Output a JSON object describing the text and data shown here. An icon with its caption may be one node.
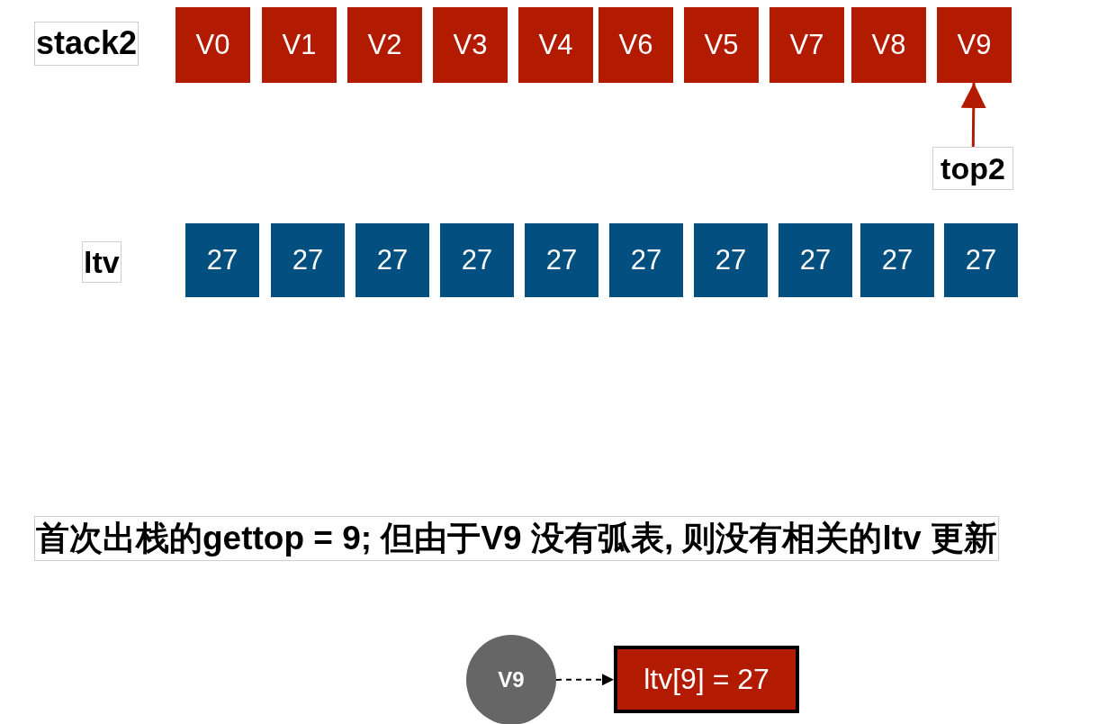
{
  "diagram": {
    "nodes": [
      {
        "text": [
          "V0"
        ]
      },
      {
        "text": [
          "V1"
        ]
      },
      {
        "text": [
          "V2"
        ]
      },
      {
        "text": [
          "V3"
        ]
      },
      {
        "text": [
          "V4"
        ]
      },
      {
        "text": [
          "V6"
        ]
      },
      {
        "text": [
          "V5"
        ]
      },
      {
        "text": [
          "V7"
        ]
      },
      {
        "text": [
          "V8"
        ]
      },
      {
        "text": [
          "V9"
        ]
      },
      {
        "text": [
          "top2"
        ]
      },
      {
        "text": [
          "27"
        ]
      },
      {
        "text": [
          "27"
        ]
      },
      {
        "text": [
          "27"
        ]
      },
      {
        "text": [
          "27"
        ]
      },
      {
        "text": [
          "27"
        ]
      },
      {
        "text": [
          "27"
        ]
      },
      {
        "text": [
          "27"
        ]
      },
      {
        "text": [
          "27"
        ]
      },
      {
        "text": [
          "27"
        ]
      },
      {
        "text": [
          "27"
        ]
      },
      {
        "text": [
          "V9"
        ]
      },
      {
        "text": [
          "ltv[9] = 27"
        ]
      }
    ],
    "edges": [
      {
        "from": 10,
        "to": 9,
        "arrow": "to",
        "color": "#b31b00"
      },
      {
        "from": 21,
        "to": 22,
        "arrow": "to",
        "style": "dashed",
        "color": "#000000"
      }
    ],
    "labels": [
      "stack2",
      "ltv",
      "首次出栈的gettop = 9; 但由于V9 没有弧表, 则没有相关的ltv 更新"
    ]
  }
}
